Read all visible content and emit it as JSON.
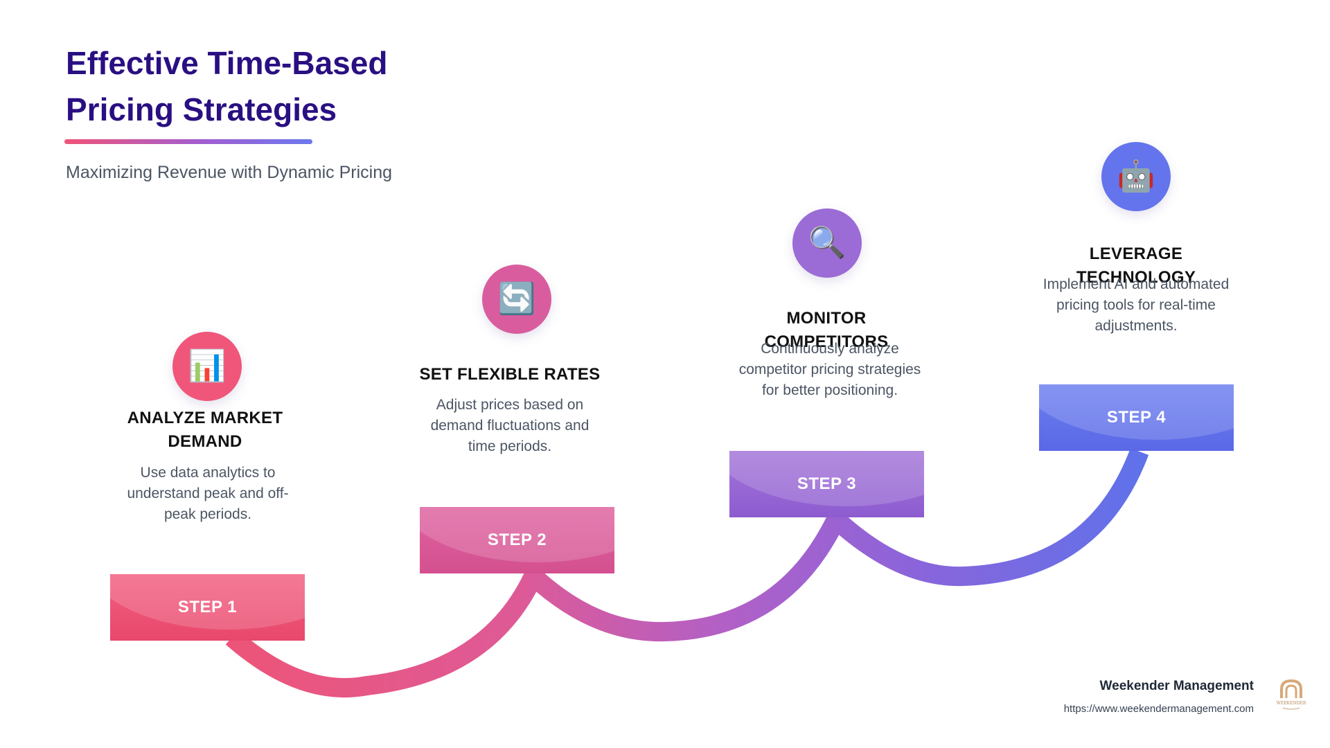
{
  "header": {
    "title": "Effective Time-Based Pricing Strategies",
    "subtitle": "Maximizing Revenue with Dynamic Pricing"
  },
  "steps": [
    {
      "step_label": "STEP 1",
      "title": "ANALYZE MARKET DEMAND",
      "description": "Use data analytics to understand peak and off-peak periods.",
      "icon": "bar-chart-icon",
      "icon_glyph": "📊",
      "color": "#f0567a"
    },
    {
      "step_label": "STEP 2",
      "title": "SET FLEXIBLE RATES",
      "description": "Adjust prices based on demand fluctuations and time periods.",
      "icon": "refresh-icon",
      "icon_glyph": "🔄",
      "color": "#d95d9e"
    },
    {
      "step_label": "STEP 3",
      "title": "MONITOR COMPETITORS",
      "description": "Continuously analyze competitor pricing strategies for better positioning.",
      "icon": "magnifier-icon",
      "icon_glyph": "🔍",
      "color": "#9b6bd6"
    },
    {
      "step_label": "STEP 4",
      "title": "LEVERAGE TECHNOLOGY",
      "description": "Implement AI and automated pricing tools for real-time adjustments.",
      "icon": "robot-icon",
      "icon_glyph": "🤖",
      "color": "#6474ec"
    }
  ],
  "footer": {
    "brand": "Weekender Management",
    "url": "https://www.weekendermanagement.com",
    "logo_text": "WEEKENDER"
  },
  "colors": {
    "title": "#2a0f82",
    "step1": "#f0567a",
    "step2": "#d95d9e",
    "step3": "#9b6bd6",
    "step4": "#6474ec"
  }
}
